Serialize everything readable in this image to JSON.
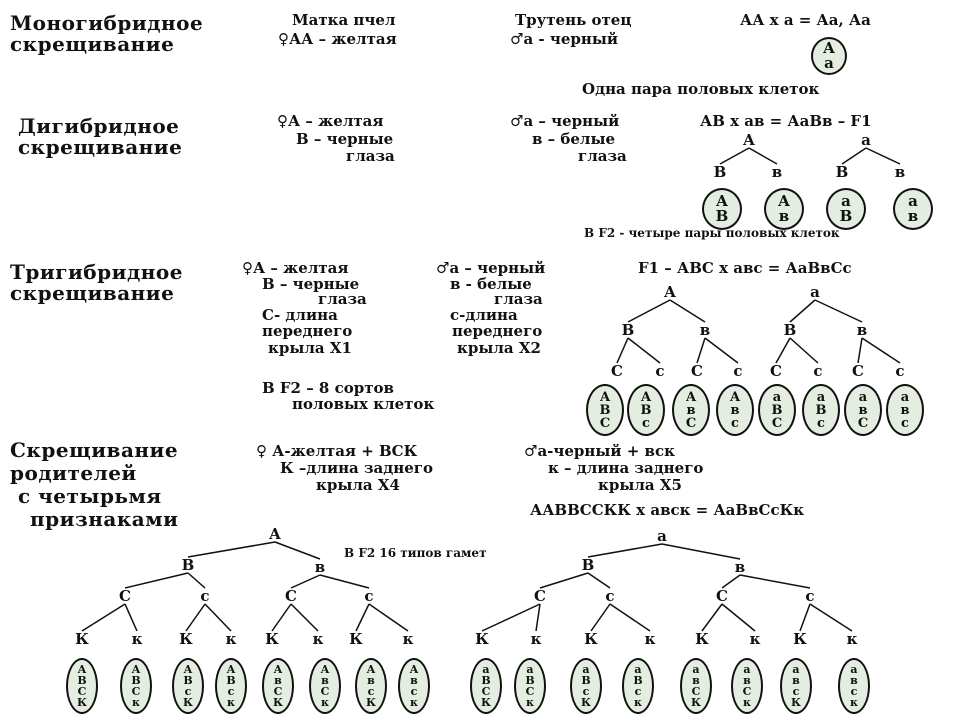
{
  "section1": {
    "title_l1": "Моногибридное",
    "title_l2": "скрещивание",
    "mother_l1": "Матка пчел",
    "mother_l2": "♀АА – желтая",
    "father_l1": "Трутень отец",
    "father_l2": "♂а - черный",
    "formula": "АА х а = Аа, Аа",
    "gamete": [
      "А",
      "а"
    ],
    "note": "Одна пара половых клеток"
  },
  "section2": {
    "title_l1": "Дигибридное",
    "title_l2": "скрещивание",
    "mother_l1": "♀А – желтая",
    "mother_l2": "В – черные",
    "mother_l3": "глаза",
    "father_l1": "♂а – черный",
    "father_l2": "в – белые",
    "father_l3": "глаза",
    "formula": "АВ х ав = АаВв – F1",
    "tree_roots": [
      "А",
      "а"
    ],
    "tree_leaves": [
      "В",
      "в",
      "В",
      "в"
    ],
    "gametes": [
      [
        "А",
        "В"
      ],
      [
        "А",
        "в"
      ],
      [
        "а",
        "В"
      ],
      [
        "а",
        "в"
      ]
    ],
    "note": "В F2  -  четыре пары половых клеток"
  },
  "section3": {
    "title_l1": "Тригибридное",
    "title_l2": "скрещивание",
    "mother_l1": "♀А – желтая",
    "mother_l2": "В – черные",
    "mother_l3": "глаза",
    "mother_l4": "С- длина",
    "mother_l5": "переднего",
    "mother_l6": "крыла Х1",
    "father_l1": "♂а – черный",
    "father_l2": "в - белые",
    "father_l3": "глаза",
    "father_l4": "с-длина",
    "father_l5": "переднего",
    "father_l6": "крыла Х2",
    "formula": "F1 – АВС х авс = АаВвСс",
    "note_l1": "В      F2 – 8 сортов",
    "note_l2": "половых клеток",
    "tree_roots": [
      "А",
      "а"
    ],
    "tree_mid": [
      "В",
      "в",
      "В",
      "в"
    ],
    "tree_leaves": [
      "С",
      "с",
      "С",
      "с",
      "С",
      "с",
      "С",
      "с"
    ],
    "gametes": [
      [
        "А",
        "В",
        "С"
      ],
      [
        "А",
        "В",
        "с"
      ],
      [
        "А",
        "в",
        "С"
      ],
      [
        "А",
        "в",
        "с"
      ],
      [
        "а",
        "В",
        "С"
      ],
      [
        "а",
        "В",
        "с"
      ],
      [
        "а",
        "в",
        "С"
      ],
      [
        "а",
        "в",
        "с"
      ]
    ]
  },
  "section4": {
    "title_l1": "Скрещивание",
    "title_l2": "родителей",
    "title_l3": "с четырьмя",
    "title_l4": "признаками",
    "mother_l1": "♀ А-желтая + ВСК",
    "mother_l2": "К –длина заднего",
    "mother_l3": "крыла Х4",
    "father_l1": "♂а-черный + вск",
    "father_l2": "к – длина заднего",
    "father_l3": "крыла Х5",
    "formula": "ААВВССКК х авск = АаВвСсКк",
    "note": "В  F2  16 типов гамет",
    "left_root": "А",
    "right_root": "а",
    "b_nodes": [
      "В",
      "в",
      "В",
      "в"
    ],
    "c_nodes": [
      "С",
      "с",
      "С",
      "с",
      "С",
      "с",
      "С",
      "с"
    ],
    "k_nodes": [
      "К",
      "к",
      "К",
      "к",
      "К",
      "к",
      "К",
      "к",
      "К",
      "к",
      "К",
      "к",
      "К",
      "к",
      "К",
      "к"
    ],
    "gametes": [
      [
        "А",
        "В",
        "С",
        "К"
      ],
      [
        "А",
        "В",
        "С",
        "к"
      ],
      [
        "А",
        "В",
        "с",
        "К"
      ],
      [
        "А",
        "В",
        "с",
        "к"
      ],
      [
        "А",
        "в",
        "С",
        "К"
      ],
      [
        "А",
        "в",
        "С",
        "к"
      ],
      [
        "А",
        "в",
        "с",
        "К"
      ],
      [
        "А",
        "в",
        "с",
        "к"
      ],
      [
        "а",
        "В",
        "С",
        "К"
      ],
      [
        "а",
        "В",
        "С",
        "к"
      ],
      [
        "а",
        "В",
        "с",
        "К"
      ],
      [
        "а",
        "В",
        "с",
        "к"
      ],
      [
        "а",
        "в",
        "С",
        "К"
      ],
      [
        "а",
        "в",
        "С",
        "к"
      ],
      [
        "а",
        "в",
        "с",
        "К"
      ],
      [
        "а",
        "в",
        "с",
        "к"
      ]
    ]
  }
}
